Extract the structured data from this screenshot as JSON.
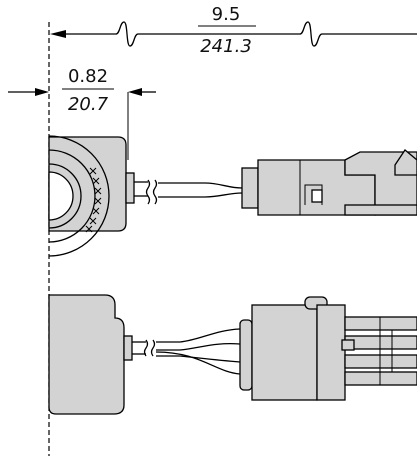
{
  "dimensions": {
    "overall": {
      "imperial": "9.5",
      "metric": "241.3"
    },
    "head": {
      "imperial": "0.82",
      "metric": "20.7"
    }
  },
  "colors": {
    "line": "#000000",
    "body": "#d3d3d3",
    "background": "#ffffff"
  }
}
